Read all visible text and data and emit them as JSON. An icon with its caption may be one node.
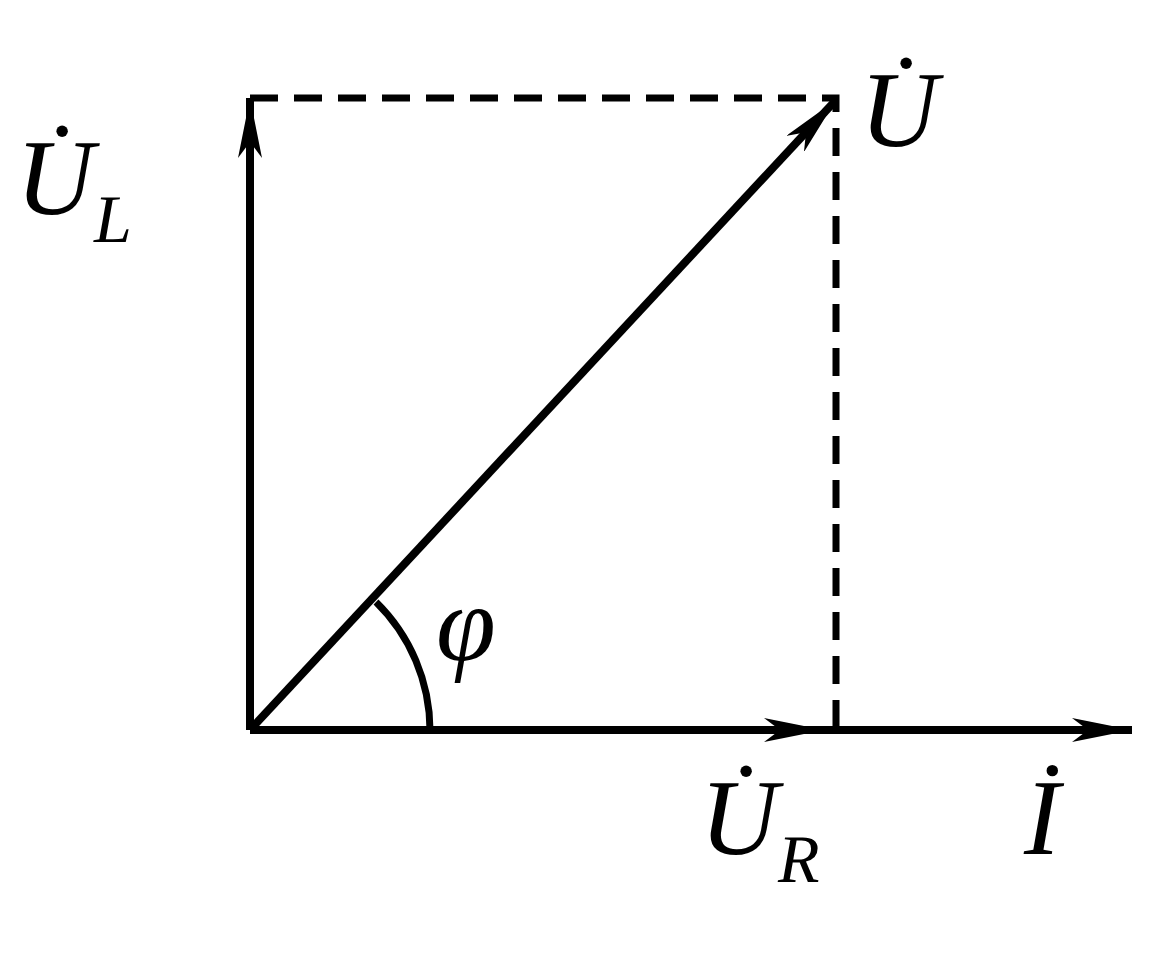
{
  "diagram": {
    "labels": [
      "U̇$_{L}$",
      "U̇",
      "φ",
      "U̇$_{R}$",
      "İ"
    ]
  }
}
